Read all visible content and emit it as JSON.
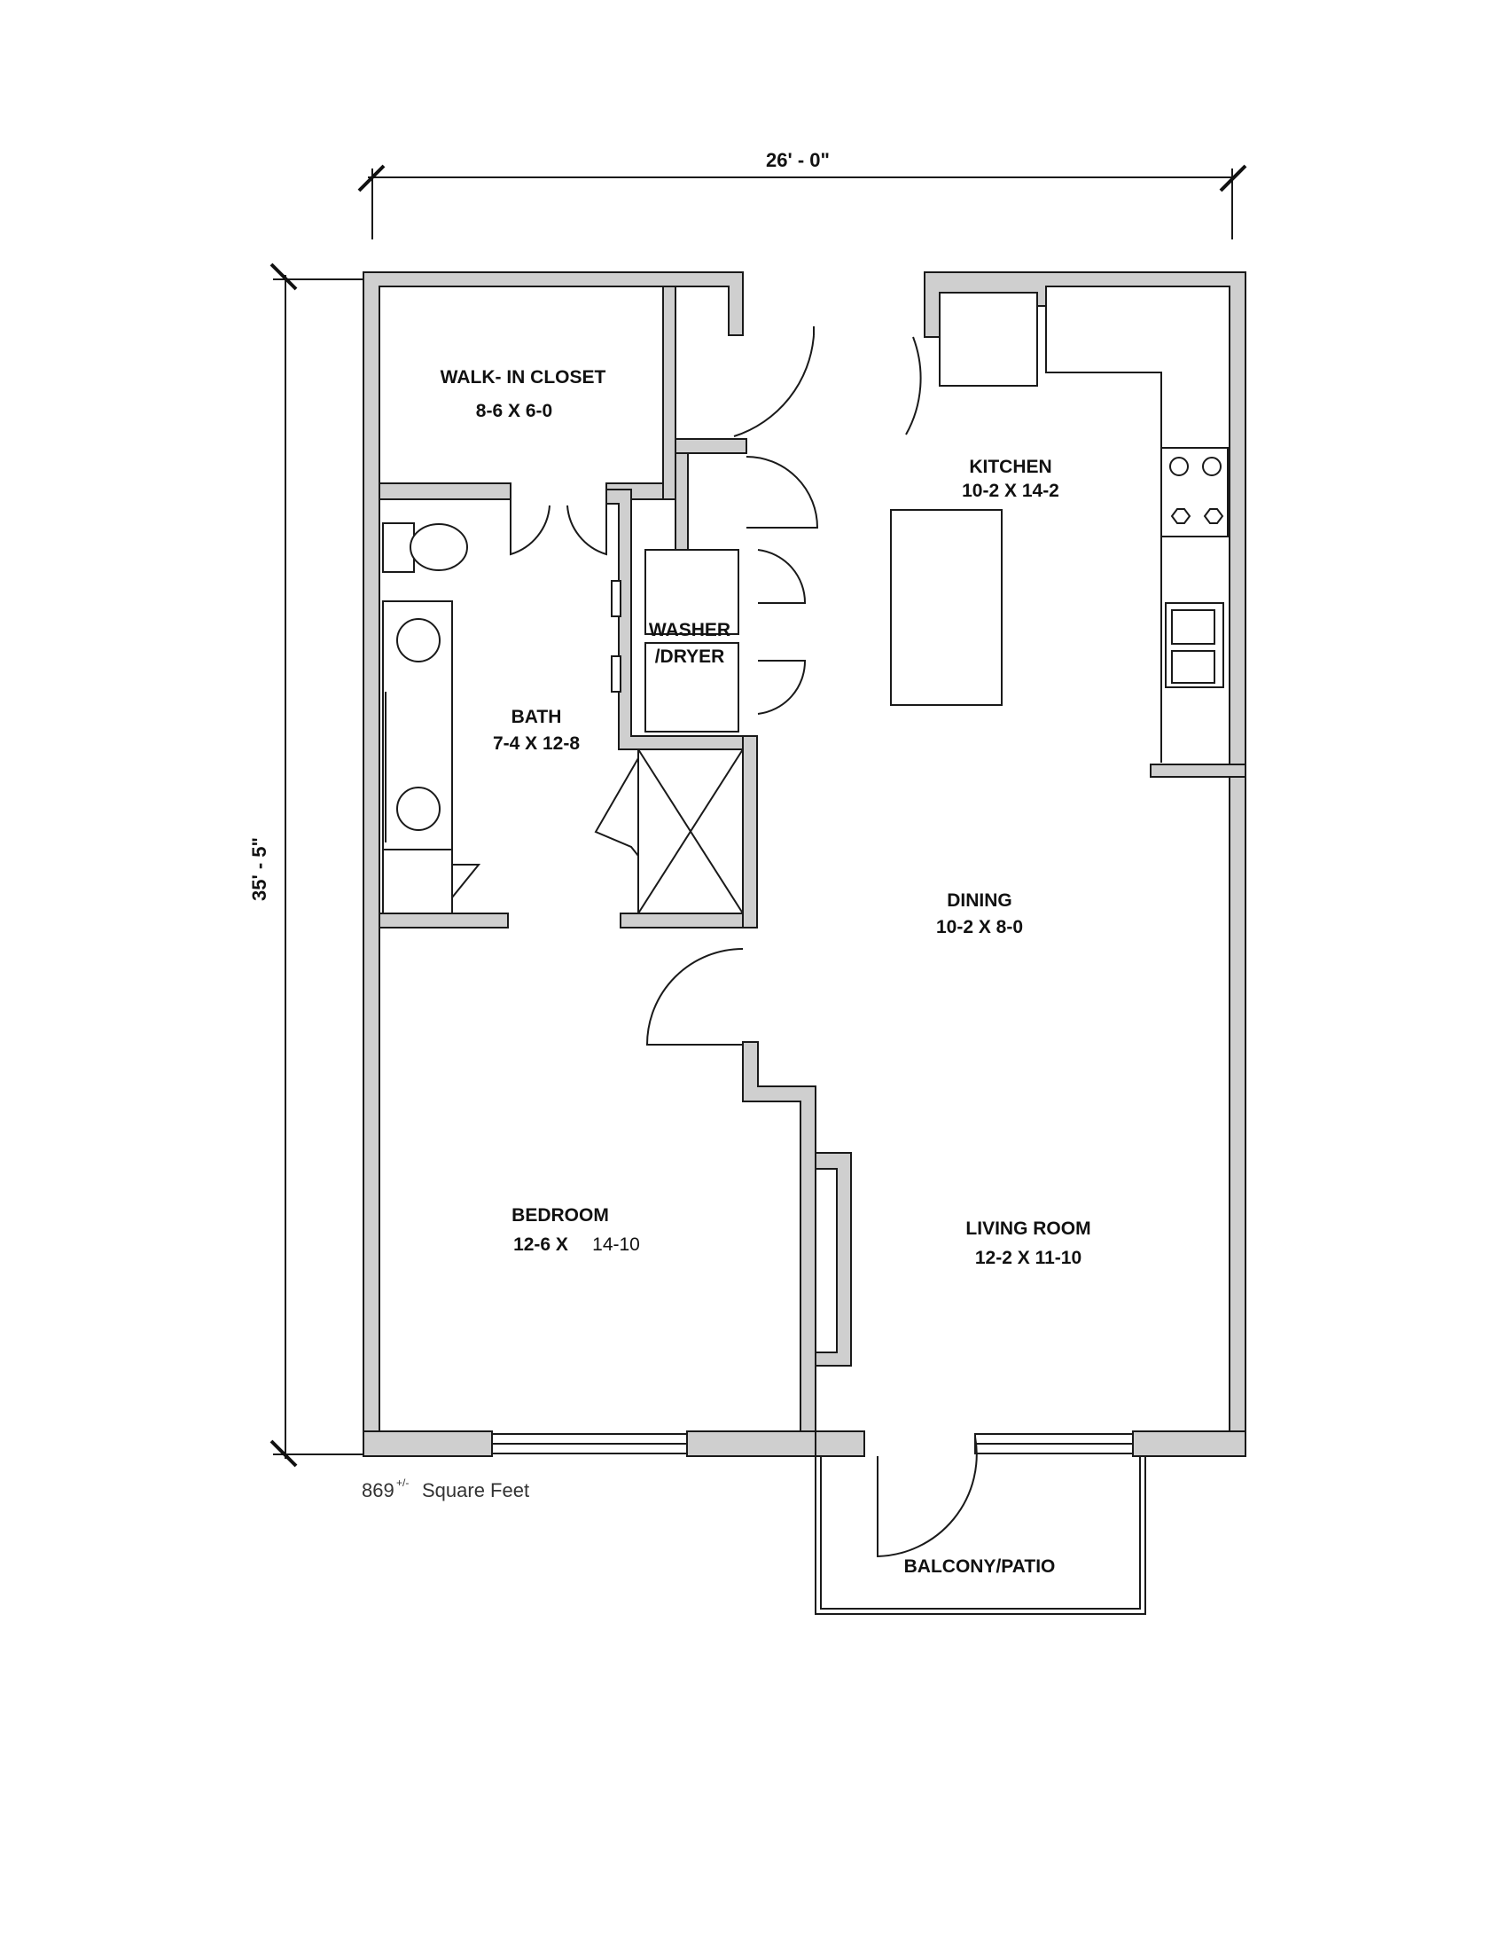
{
  "dimensions": {
    "width": "26' - 0\"",
    "height": "35' - 5\""
  },
  "rooms": {
    "closet": {
      "name": "WALK- IN CLOSET",
      "size": "8-6 X 6-0"
    },
    "kitchen": {
      "name": "KITCHEN",
      "size": "10-2 X 14-2"
    },
    "washer": {
      "line1": "WASHER",
      "line2": "/DRYER"
    },
    "bath": {
      "name": "BATH",
      "size": "7-4 X 12-8"
    },
    "dining": {
      "name": "DINING",
      "size": "10-2 X 8-0"
    },
    "bedroom": {
      "name": "BEDROOM",
      "size_a": "12-6 X",
      "size_b": "14-10"
    },
    "living": {
      "name": "LIVING ROOM",
      "size": "12-2 X 11-10"
    },
    "balcony": {
      "name": "BALCONY/PATIO"
    }
  },
  "square_feet": {
    "value": "869",
    "sup": "+/-",
    "label": "Square Feet"
  },
  "colors": {
    "wall_fill": "#cfcfcf",
    "line": "#1a1a1a"
  }
}
